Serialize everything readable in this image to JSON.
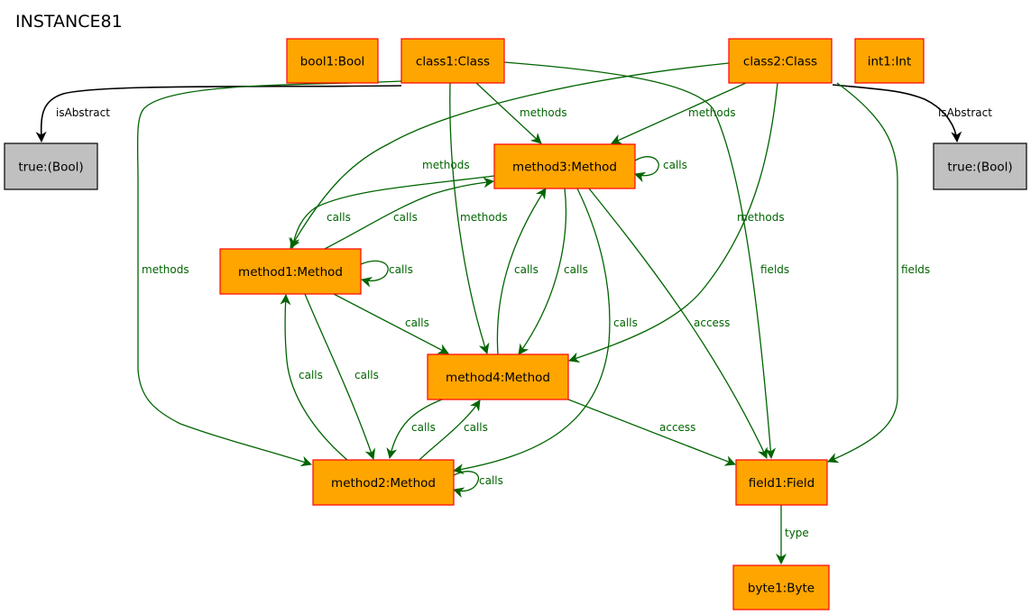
{
  "title": "INSTANCE81",
  "colors": {
    "node_fill": "#FFA500",
    "node_stroke": "#FF0000",
    "value_fill": "#C0C0C0",
    "value_stroke": "#000000",
    "edge_green": "#006400",
    "edge_black": "#000000"
  },
  "nodes": [
    {
      "id": "bool1",
      "label": "bool1:Bool",
      "kind": "object"
    },
    {
      "id": "class1",
      "label": "class1:Class",
      "kind": "object"
    },
    {
      "id": "class2",
      "label": "class2:Class",
      "kind": "object"
    },
    {
      "id": "int1",
      "label": "int1:Int",
      "kind": "object"
    },
    {
      "id": "trueL",
      "label": "true:(Bool)",
      "kind": "value"
    },
    {
      "id": "trueR",
      "label": "true:(Bool)",
      "kind": "value"
    },
    {
      "id": "method3",
      "label": "method3:Method",
      "kind": "object"
    },
    {
      "id": "method1",
      "label": "method1:Method",
      "kind": "object"
    },
    {
      "id": "method4",
      "label": "method4:Method",
      "kind": "object"
    },
    {
      "id": "method2",
      "label": "method2:Method",
      "kind": "object"
    },
    {
      "id": "field1",
      "label": "field1:Field",
      "kind": "object"
    },
    {
      "id": "byte1",
      "label": "byte1:Byte",
      "kind": "object"
    }
  ],
  "edges": [
    {
      "id": "e-c1-isabstract",
      "from": "class1",
      "to": "trueL",
      "label": "isAbstract",
      "color": "black"
    },
    {
      "id": "e-c2-isabstract",
      "from": "class2",
      "to": "trueR",
      "label": "isAbstract",
      "color": "black"
    },
    {
      "id": "e-c1-m3",
      "from": "class1",
      "to": "method3",
      "label": "methods",
      "color": "green"
    },
    {
      "id": "e-c1-m4",
      "from": "class1",
      "to": "method4",
      "label": "methods",
      "color": "green"
    },
    {
      "id": "e-c1-m2",
      "from": "class1",
      "to": "method2",
      "label": "methods",
      "color": "green"
    },
    {
      "id": "e-c1-f1",
      "from": "class1",
      "to": "field1",
      "label": "fields",
      "color": "green"
    },
    {
      "id": "e-c2-m3",
      "from": "class2",
      "to": "method3",
      "label": "methods",
      "color": "green"
    },
    {
      "id": "e-c2-m1",
      "from": "class2",
      "to": "method1",
      "label": "methods",
      "color": "green"
    },
    {
      "id": "e-c2-m4",
      "from": "class2",
      "to": "method4",
      "label": "methods",
      "color": "green"
    },
    {
      "id": "e-c2-f1",
      "from": "class2",
      "to": "field1",
      "label": "fields",
      "color": "green"
    },
    {
      "id": "e-m3-self",
      "from": "method3",
      "to": "method3",
      "label": "calls",
      "color": "green"
    },
    {
      "id": "e-m3-m1",
      "from": "method3",
      "to": "method1",
      "label": "calls",
      "color": "green"
    },
    {
      "id": "e-m1-m3",
      "from": "method1",
      "to": "method3",
      "label": "calls",
      "color": "green"
    },
    {
      "id": "e-m1-self",
      "from": "method1",
      "to": "method1",
      "label": "calls",
      "color": "green"
    },
    {
      "id": "e-m4-m3",
      "from": "method4",
      "to": "method3",
      "label": "calls",
      "color": "green"
    },
    {
      "id": "e-m3-m4",
      "from": "method3",
      "to": "method4",
      "label": "calls",
      "color": "green"
    },
    {
      "id": "e-m3-m2",
      "from": "method3",
      "to": "method2",
      "label": "calls",
      "color": "green"
    },
    {
      "id": "e-m3-f1",
      "from": "method3",
      "to": "field1",
      "label": "access",
      "color": "green"
    },
    {
      "id": "e-m1-m4",
      "from": "method1",
      "to": "method4",
      "label": "calls",
      "color": "green"
    },
    {
      "id": "e-m2-m1",
      "from": "method2",
      "to": "method1",
      "label": "calls",
      "color": "green"
    },
    {
      "id": "e-m1-m2",
      "from": "method1",
      "to": "method2",
      "label": "calls",
      "color": "green"
    },
    {
      "id": "e-m4-m2",
      "from": "method4",
      "to": "method2",
      "label": "calls",
      "color": "green"
    },
    {
      "id": "e-m2-m4",
      "from": "method2",
      "to": "method4",
      "label": "calls",
      "color": "green"
    },
    {
      "id": "e-m2-self",
      "from": "method2",
      "to": "method2",
      "label": "calls",
      "color": "green"
    },
    {
      "id": "e-m4-f1",
      "from": "method4",
      "to": "field1",
      "label": "access",
      "color": "green"
    },
    {
      "id": "e-f1-b1",
      "from": "field1",
      "to": "byte1",
      "label": "type",
      "color": "green"
    }
  ]
}
